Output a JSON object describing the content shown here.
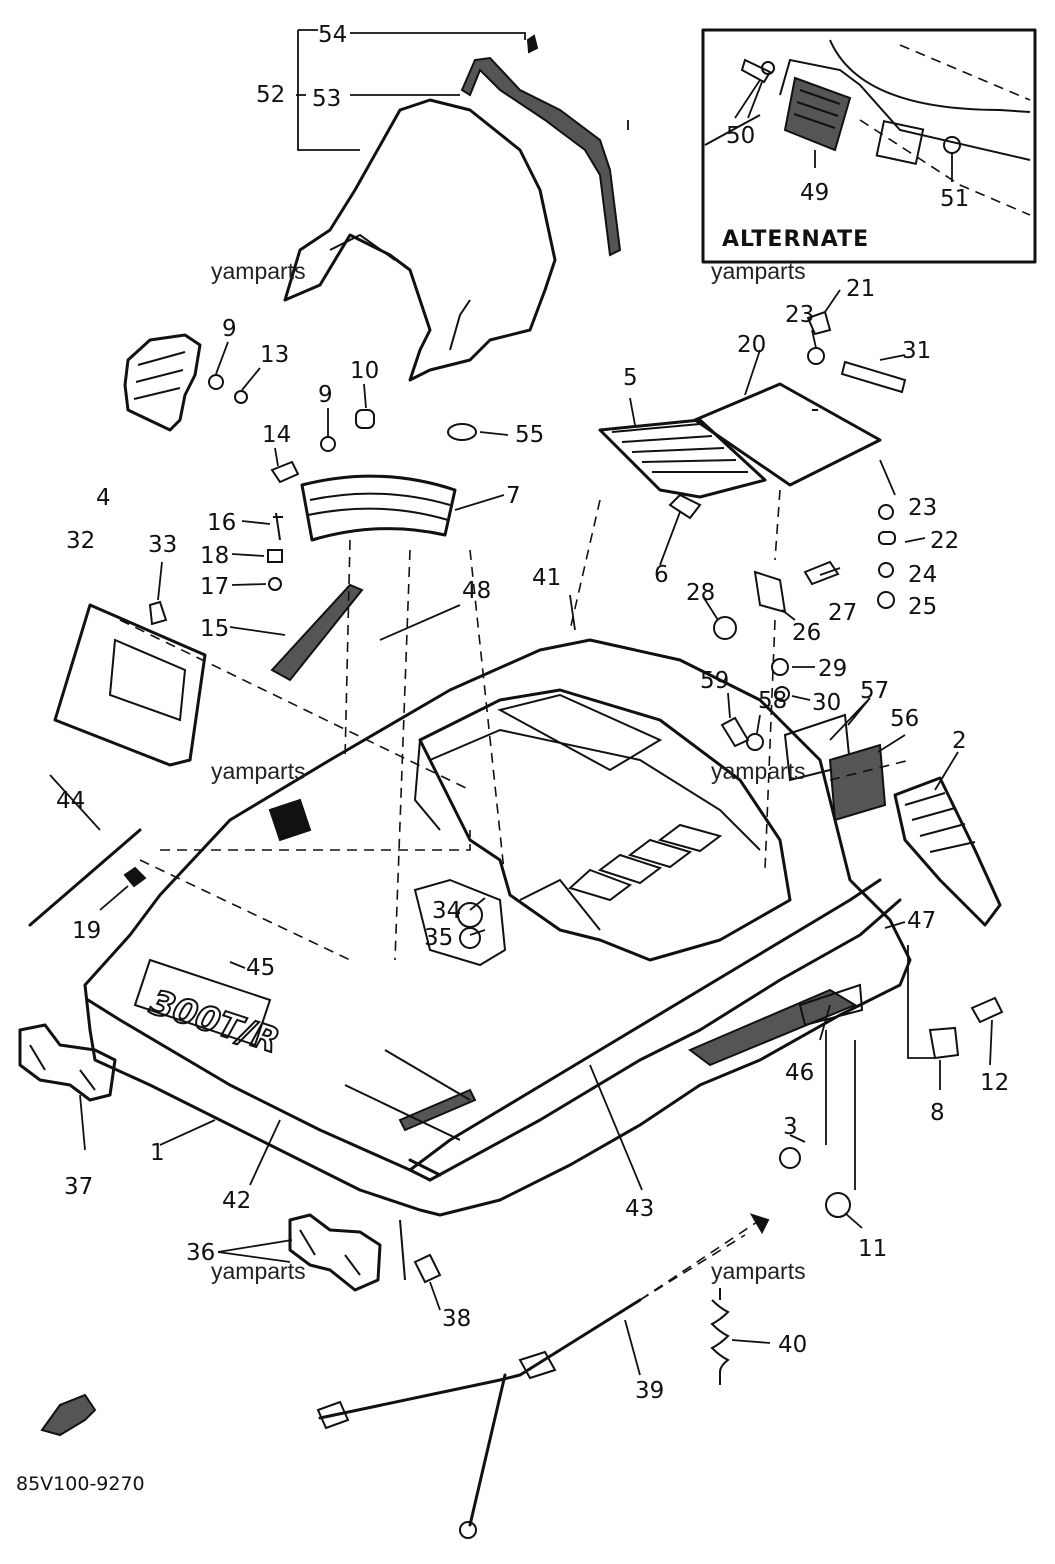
{
  "diagram_code": "85V100-9270",
  "alternate_label": "ALTERNATE",
  "watermark": "yamparts",
  "hood_logo": "300T/R",
  "callouts": [
    "1",
    "2",
    "3",
    "4",
    "5",
    "6",
    "7",
    "8",
    "9",
    "10",
    "11",
    "12",
    "13",
    "14",
    "15",
    "16",
    "17",
    "18",
    "19",
    "20",
    "21",
    "22",
    "23",
    "24",
    "25",
    "26",
    "27",
    "28",
    "29",
    "30",
    "31",
    "32",
    "33",
    "34",
    "35",
    "36",
    "37",
    "38",
    "39",
    "40",
    "41",
    "42",
    "43",
    "44",
    "45",
    "46",
    "47",
    "48",
    "49",
    "50",
    "51",
    "52",
    "53",
    "54",
    "55",
    "56",
    "57",
    "58",
    "59"
  ],
  "colors": {
    "ink": "#111111",
    "paper": "#ffffff"
  }
}
